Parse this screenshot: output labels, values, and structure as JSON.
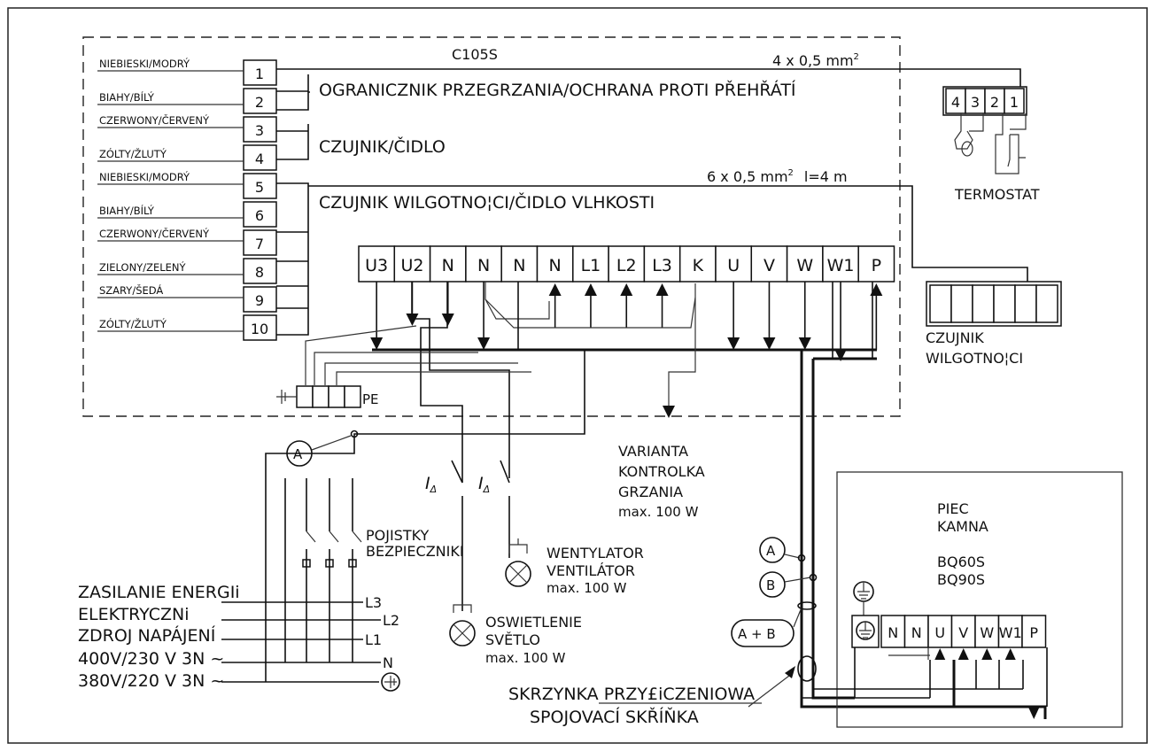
{
  "controller": {
    "name": "C105S"
  },
  "left_terminals": [
    {
      "num": "1",
      "color": "NIEBIESKI/MODRÝ"
    },
    {
      "num": "2",
      "color": "BIAHY/BÍLÝ"
    },
    {
      "num": "3",
      "color": "CZERWONY/ČERVENÝ"
    },
    {
      "num": "4",
      "color": "ZÓLTY/ŽLUTÝ"
    },
    {
      "num": "5",
      "color": "NIEBIESKI/MODRÝ"
    },
    {
      "num": "6",
      "color": "BIAHY/BÍLÝ"
    },
    {
      "num": "7",
      "color": "CZERWONY/ČERVENÝ"
    },
    {
      "num": "8",
      "color": "ZIELONY/ZELENÝ"
    },
    {
      "num": "9",
      "color": "SZARY/ŠEDÁ"
    },
    {
      "num": "10",
      "color": "ZÓLTY/ŽLUTÝ"
    }
  ],
  "groups": {
    "overheat": "OGRANICZNIK PRZEGRZANIA/OCHRANA PROTI PŘEHŘÁTÍ",
    "sensor": "CZUJNIK/ČIDLO",
    "humidity": "CZUJNIK WILGOTNO¦CI/ČIDLO VLHKOSTI"
  },
  "cables": {
    "cable1": "4 x 0,5 mm",
    "cable1_sup": "2",
    "cable2": "6 x 0,5 mm",
    "cable2_sup": "2",
    "cable2_len": "l=4 m"
  },
  "thermostat": {
    "terminals": [
      "4",
      "3",
      "2",
      "1"
    ],
    "label": "TERMOSTAT"
  },
  "humidity_sensor": {
    "label_line1": "CZUJNIK",
    "label_line2": "WILGOTNO¦CI"
  },
  "top_terminals": [
    "U3",
    "U2",
    "N",
    "N",
    "N",
    "N",
    "L1",
    "L2",
    "L3",
    "K",
    "U",
    "V",
    "W",
    "W1",
    "P"
  ],
  "pe_label": "PE",
  "variant": {
    "line1": "VARIANTA",
    "line2": "KONTROLKA",
    "line3": "GRZANIA",
    "line4": "max. 100 W"
  },
  "fan": {
    "line1": "WENTYLATOR",
    "line2": "VENTILÁTOR",
    "line3": "max. 100 W"
  },
  "light": {
    "line1": "OSWIETLENIE",
    "line2": "SVĚTLO",
    "line3": "max. 100 W"
  },
  "fuses": {
    "line1": "POJISTKY",
    "line2": "BEZPIECZNIKI"
  },
  "supply": {
    "line1": "ZASILANIE ENERGIi",
    "line2": "ELEKTRYCZNi",
    "line3": "ZDROJ NAPÁJENÍ",
    "line4": "400V/230 V 3N ~",
    "line5": "380V/220 V 3N ~"
  },
  "phases": {
    "l3": "L3",
    "l2": "L2",
    "l1": "L1",
    "n": "N"
  },
  "rcd_symbol": "I",
  "rcd_sub": "Δ",
  "circle_a": "A",
  "circle_b": "B",
  "circle_ab": "A + B",
  "junction_box": {
    "line1": "SKRZYNKA PRZY£iCZENIOWA",
    "line2": "SPOJOVACÍ SKŘÍŇKA"
  },
  "stove": {
    "line1": "PIEC",
    "line2": "KAMNA",
    "line3": "BQ60S",
    "line4": "BQ90S",
    "terminals": [
      "N",
      "N",
      "U",
      "V",
      "W",
      "W1",
      "P"
    ]
  }
}
